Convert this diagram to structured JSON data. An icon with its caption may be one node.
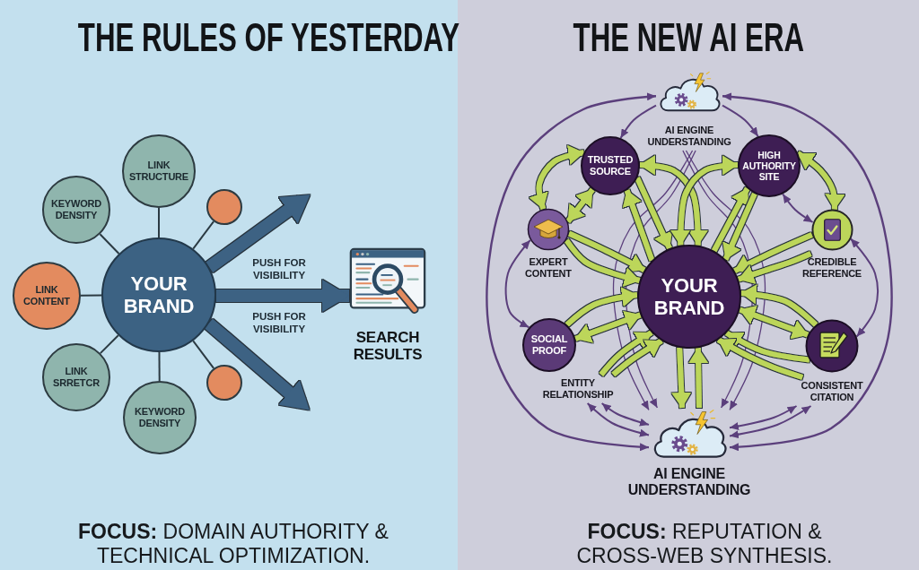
{
  "diagram": {
    "nodes": [
      {
        "text": [
          "THE RULES OF YESTERDAY",
          "**FOCUS:** DOMAIN AUTHORITY & TECHNICAL OPTIMIZATION."
        ]
      },
      {
        "text": [
          "LINK STRUCTURE"
        ],
        "in": 0
      },
      {
        "text": [
          "KEYWORD DENSITY"
        ],
        "in": 0
      },
      {
        "text": [],
        "shape": "circle",
        "in": 0
      },
      {
        "text": [
          "LINK CONTENT"
        ],
        "in": 0
      },
      {
        "text": [
          "YOUR BRAND"
        ],
        "in": 0
      },
      {
        "text": [
          "SEARCH RESULTS"
        ],
        "in": 0
      },
      {
        "text": [
          "LINK SRRETCR"
        ],
        "in": 0
      },
      {
        "text": [],
        "shape": "circle",
        "in": 0
      },
      {
        "text": [
          "KEYWORD DENSITY"
        ],
        "in": 0
      },
      {
        "text": [
          "THE NEW AI ERA",
          "**FOCUS:** REPUTATION & CROSS-WEB SYNTHESIS."
        ]
      },
      {
        "text": [
          "AI ENGINE UNDERSTANDING"
        ],
        "in": 10
      },
      {
        "text": [
          "TRUSTED SOURCE"
        ],
        "in": 10
      },
      {
        "text": [
          "HIGH AUTHORITY SITE"
        ],
        "in": 10
      },
      {
        "text": [
          "EXPERT CONTENT"
        ],
        "in": 10
      },
      {
        "text": [
          "CREDIBLE REFERENCE"
        ],
        "in": 10
      },
      {
        "text": [
          "YOUR BRAND"
        ],
        "in": 10
      },
      {
        "text": [
          "SOCIAL PROOF"
        ],
        "in": 10
      },
      {
        "text": [
          "CONSISTENT CITATION"
        ],
        "in": 10
      },
      {
        "text": [
          "ENTITY RELATIONSHIP"
        ],
        "in": 10
      },
      {
        "text": [
          "AI ENGINE UNDERSTANDING"
        ],
        "in": 10
      }
    ],
    "edges": [
      {
        "from": 5,
        "to": 1,
        "arrow": "none",
        "color": "#2b3a42"
      },
      {
        "from": 5,
        "to": 2,
        "arrow": "none",
        "color": "#2b3a42"
      },
      {
        "from": 5,
        "to": 3,
        "arrow": "none",
        "color": "#2b3a42"
      },
      {
        "from": 5,
        "to": 4,
        "arrow": "none",
        "color": "#2b3a42"
      },
      {
        "from": 5,
        "to": 7,
        "arrow": "none",
        "color": "#2b3a42"
      },
      {
        "from": 5,
        "to": 8,
        "arrow": "none",
        "color": "#2b3a42"
      },
      {
        "from": 5,
        "to": 9,
        "arrow": "none",
        "color": "#2b3a42"
      },
      {
        "from": 5,
        "to": null,
        "arrow": "to",
        "style": "thick",
        "color": "#3c6283"
      },
      {
        "from": 5,
        "to": 6,
        "arrow": "to",
        "style": "thick",
        "color": "#3c6283"
      },
      {
        "from": 5,
        "to": null,
        "arrow": "to",
        "style": "thick",
        "color": "#3c6283"
      },
      {
        "from": 20,
        "to": 11,
        "arrow": "both",
        "color": "#5b3f7c"
      },
      {
        "from": 20,
        "to": 11,
        "arrow": "both",
        "color": "#5b3f7c"
      },
      {
        "from": 11,
        "to": 12,
        "arrow": "to",
        "color": "#5b3f7c"
      },
      {
        "from": 11,
        "to": 13,
        "arrow": "to",
        "color": "#5b3f7c"
      },
      {
        "from": 14,
        "to": 17,
        "arrow": "both",
        "color": "#5b3f7c"
      },
      {
        "from": 15,
        "to": 18,
        "arrow": "both",
        "color": "#5b3f7c"
      },
      {
        "from": 13,
        "to": 15,
        "arrow": "both",
        "color": "#5b3f7c"
      },
      {
        "from": 19,
        "to": 20,
        "arrow": "both",
        "color": "#5b3f7c"
      },
      {
        "from": 19,
        "to": 20,
        "arrow": "both",
        "color": "#5b3f7c"
      },
      {
        "from": 18,
        "to": 20,
        "arrow": "both",
        "color": "#5b3f7c"
      },
      {
        "from": 18,
        "to": 20,
        "arrow": "both",
        "color": "#5b3f7c"
      },
      {
        "from": 11,
        "to": 20,
        "arrow": "to",
        "color": "#5b3f7c"
      },
      {
        "from": 11,
        "to": 20,
        "arrow": "to",
        "color": "#5b3f7c"
      },
      {
        "from": 11,
        "to": 20,
        "arrow": "to",
        "color": "#5b3f7c"
      },
      {
        "from": 11,
        "to": 20,
        "arrow": "to",
        "color": "#5b3f7c"
      },
      {
        "from": 12,
        "to": 14,
        "arrow": "both"
      },
      {
        "from": 12,
        "to": 14,
        "arrow": "both"
      },
      {
        "from": 16,
        "to": 12,
        "arrow": "to"
      },
      {
        "from": 12,
        "to": 16,
        "arrow": "to"
      },
      {
        "from": 14,
        "to": 16,
        "arrow": "to"
      },
      {
        "from": 14,
        "to": 16,
        "arrow": "to"
      },
      {
        "from": 13,
        "to": 15,
        "arrow": "both"
      },
      {
        "from": 16,
        "to": 13,
        "arrow": "to"
      },
      {
        "from": 13,
        "to": 16,
        "arrow": "to"
      },
      {
        "from": 15,
        "to": 16,
        "arrow": "to"
      },
      {
        "from": 15,
        "to": 16,
        "arrow": "to"
      },
      {
        "from": 12,
        "to": 16,
        "arrow": "both"
      },
      {
        "from": 13,
        "to": 16,
        "arrow": "both"
      },
      {
        "from": 17,
        "to": 16,
        "arrow": "to"
      },
      {
        "from": 17,
        "to": 16,
        "arrow": "both"
      },
      {
        "from": 19,
        "to": 16,
        "arrow": "to"
      },
      {
        "from": 19,
        "to": 16,
        "arrow": "to"
      },
      {
        "from": 16,
        "to": 20,
        "arrow": "to"
      },
      {
        "from": 20,
        "to": 16,
        "arrow": "to"
      },
      {
        "from": 18,
        "to": 16,
        "arrow": "to"
      },
      {
        "from": 18,
        "to": 16,
        "arrow": "to"
      },
      {
        "from": 18,
        "to": 16,
        "arrow": "both"
      },
      {
        "from": 18,
        "to": 16,
        "arrow": "to"
      }
    ],
    "labels": [
      "PUSH FOR VISIBILITY",
      "PUSH FOR VISIBILITY"
    ]
  }
}
